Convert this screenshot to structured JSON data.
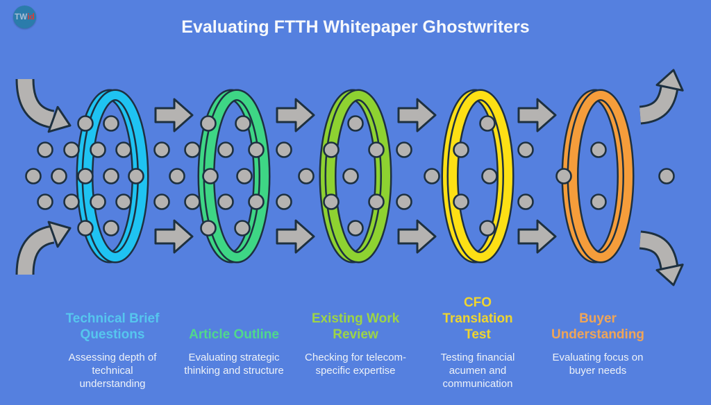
{
  "title": "Evaluating FTTH Whitepaper Ghostwriters",
  "logo": {
    "primary": "TW",
    "accent": "id"
  },
  "colors": {
    "background": "#5580df",
    "outline": "#1d3040",
    "gray": "#b5b3b1",
    "title_text": "#f7f9fc",
    "description_text": "#eef2f8",
    "logo_circle": "#2b7cab",
    "logo_primary": "#a9bed6",
    "logo_accent": "#dd3a35"
  },
  "stages": [
    {
      "name": "Technical Brief Questions",
      "description": "Assessing depth of technical understanding",
      "ring_color": "#1fc3f2",
      "label_color": "#56c6ee"
    },
    {
      "name": "Article Outline",
      "description": "Evaluating strategic thinking and structure",
      "ring_color": "#3ed685",
      "label_color": "#50d88c"
    },
    {
      "name": "Existing Work Review",
      "description": "Checking for telecom-specific expertise",
      "ring_color": "#8ed231",
      "label_color": "#9dd446"
    },
    {
      "name": "CFO Translation Test",
      "description": "Testing financial acumen and communication",
      "ring_color": "#fde015",
      "label_color": "#efd52f"
    },
    {
      "name": "Buyer Understanding",
      "description": "Evaluating focus on buyer needs",
      "ring_color": "#f59d3b",
      "label_color": "#efa558"
    }
  ]
}
